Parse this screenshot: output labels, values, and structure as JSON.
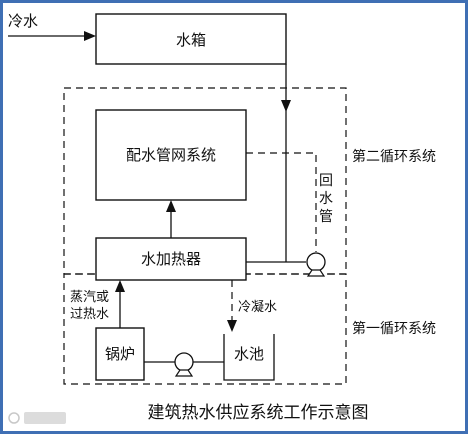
{
  "diagram": {
    "title": "建筑热水供应系统工作示意图",
    "nodes": {
      "cold_water": "冷水",
      "water_tank": "水箱",
      "distribution_network": "配水管网系统",
      "water_heater": "水加热器",
      "boiler": "锅炉",
      "water_pool": "水池"
    },
    "edge_labels": {
      "return_pipe_1": "回",
      "return_pipe_2": "水",
      "return_pipe_3": "管",
      "steam_1": "蒸汽或",
      "steam_2": "过热水",
      "condensate": "冷凝水"
    },
    "loops": {
      "second": "第二循环系统",
      "first": "第一循环系统"
    }
  }
}
